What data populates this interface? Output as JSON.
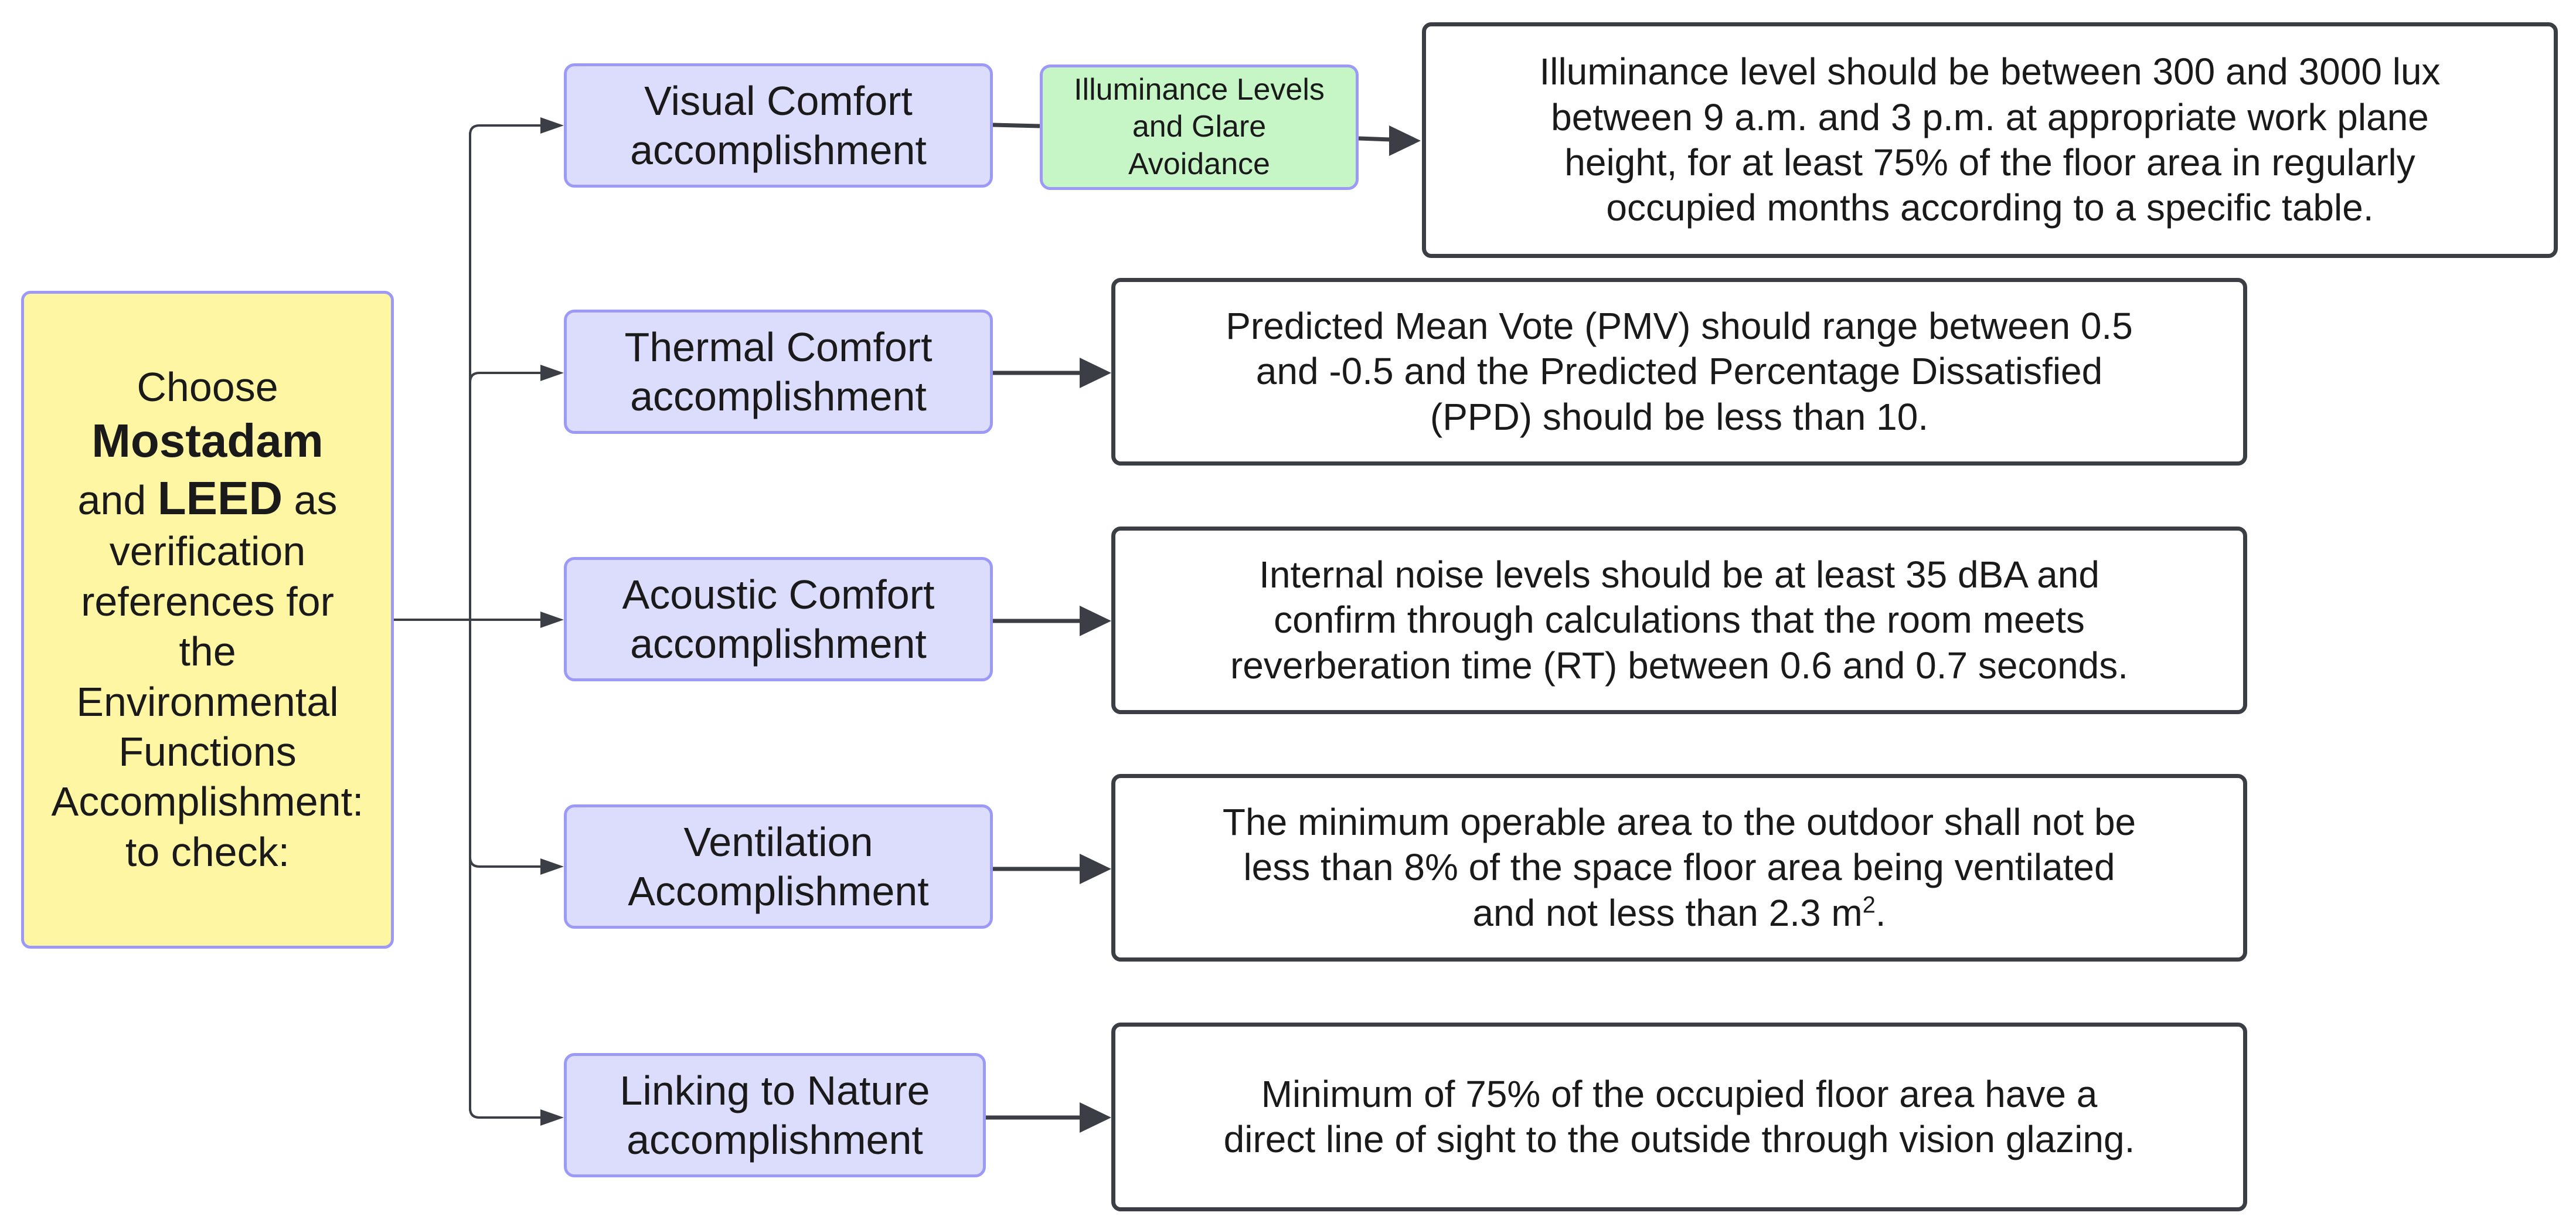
{
  "root": {
    "line1": "Choose",
    "line2": "Mostadam",
    "line3_pre": "and ",
    "line3_bold": "LEED",
    "line3_post": " as",
    "line4": "verification",
    "line5": "references for",
    "line6": "the",
    "line7": "Environmental",
    "line8": "Functions",
    "line9": "Accomplishment:",
    "line10": "to check:"
  },
  "categories": [
    {
      "line1": "Visual Comfort",
      "line2": "accomplishment"
    },
    {
      "line1": "Thermal Comfort",
      "line2": "accomplishment"
    },
    {
      "line1": "Acoustic Comfort",
      "line2": "accomplishment"
    },
    {
      "line1": "Ventilation",
      "line2": "Accomplishment"
    },
    {
      "line1": "Linking to Nature",
      "line2": "accomplishment"
    }
  ],
  "visual_note": {
    "line1": "Illuminance Levels",
    "line2": "and Glare",
    "line3": "Avoidance"
  },
  "descriptions": [
    {
      "line1": "Illuminance level should be between 300 and 3000 lux",
      "line2": "between 9 a.m. and 3 p.m. at appropriate work plane",
      "line3": "height, for at least 75% of the floor area in regularly",
      "line4": "occupied months according to a specific table."
    },
    {
      "line1": "Predicted Mean Vote (PMV) should range between 0.5",
      "line2": "and -0.5 and the Predicted Percentage Dissatisfied",
      "line3": "(PPD) should be less than 10."
    },
    {
      "line1": "Internal noise levels should be at least 35 dBA and",
      "line2": "confirm through calculations that the room meets",
      "line3": "reverberation time (RT) between 0.6 and 0.7 seconds."
    },
    {
      "line1": "The minimum operable area to the outdoor shall not be",
      "line2": "less than 8% of the space floor area being ventilated",
      "line3_pre": "and not less than 2.3 m",
      "line3_sup": "2",
      "line3_post": "."
    },
    {
      "line1": "Minimum of 75% of the occupied floor area have a",
      "line2": "direct line of sight to the outside through vision glazing."
    }
  ],
  "colors": {
    "root_fill": "#fff6a3",
    "category_fill": "#dcdcfc",
    "category_border": "#9d9af7",
    "note_fill": "#c6f5c6",
    "description_border": "#3b3f45",
    "connector": "#3b3f45"
  }
}
